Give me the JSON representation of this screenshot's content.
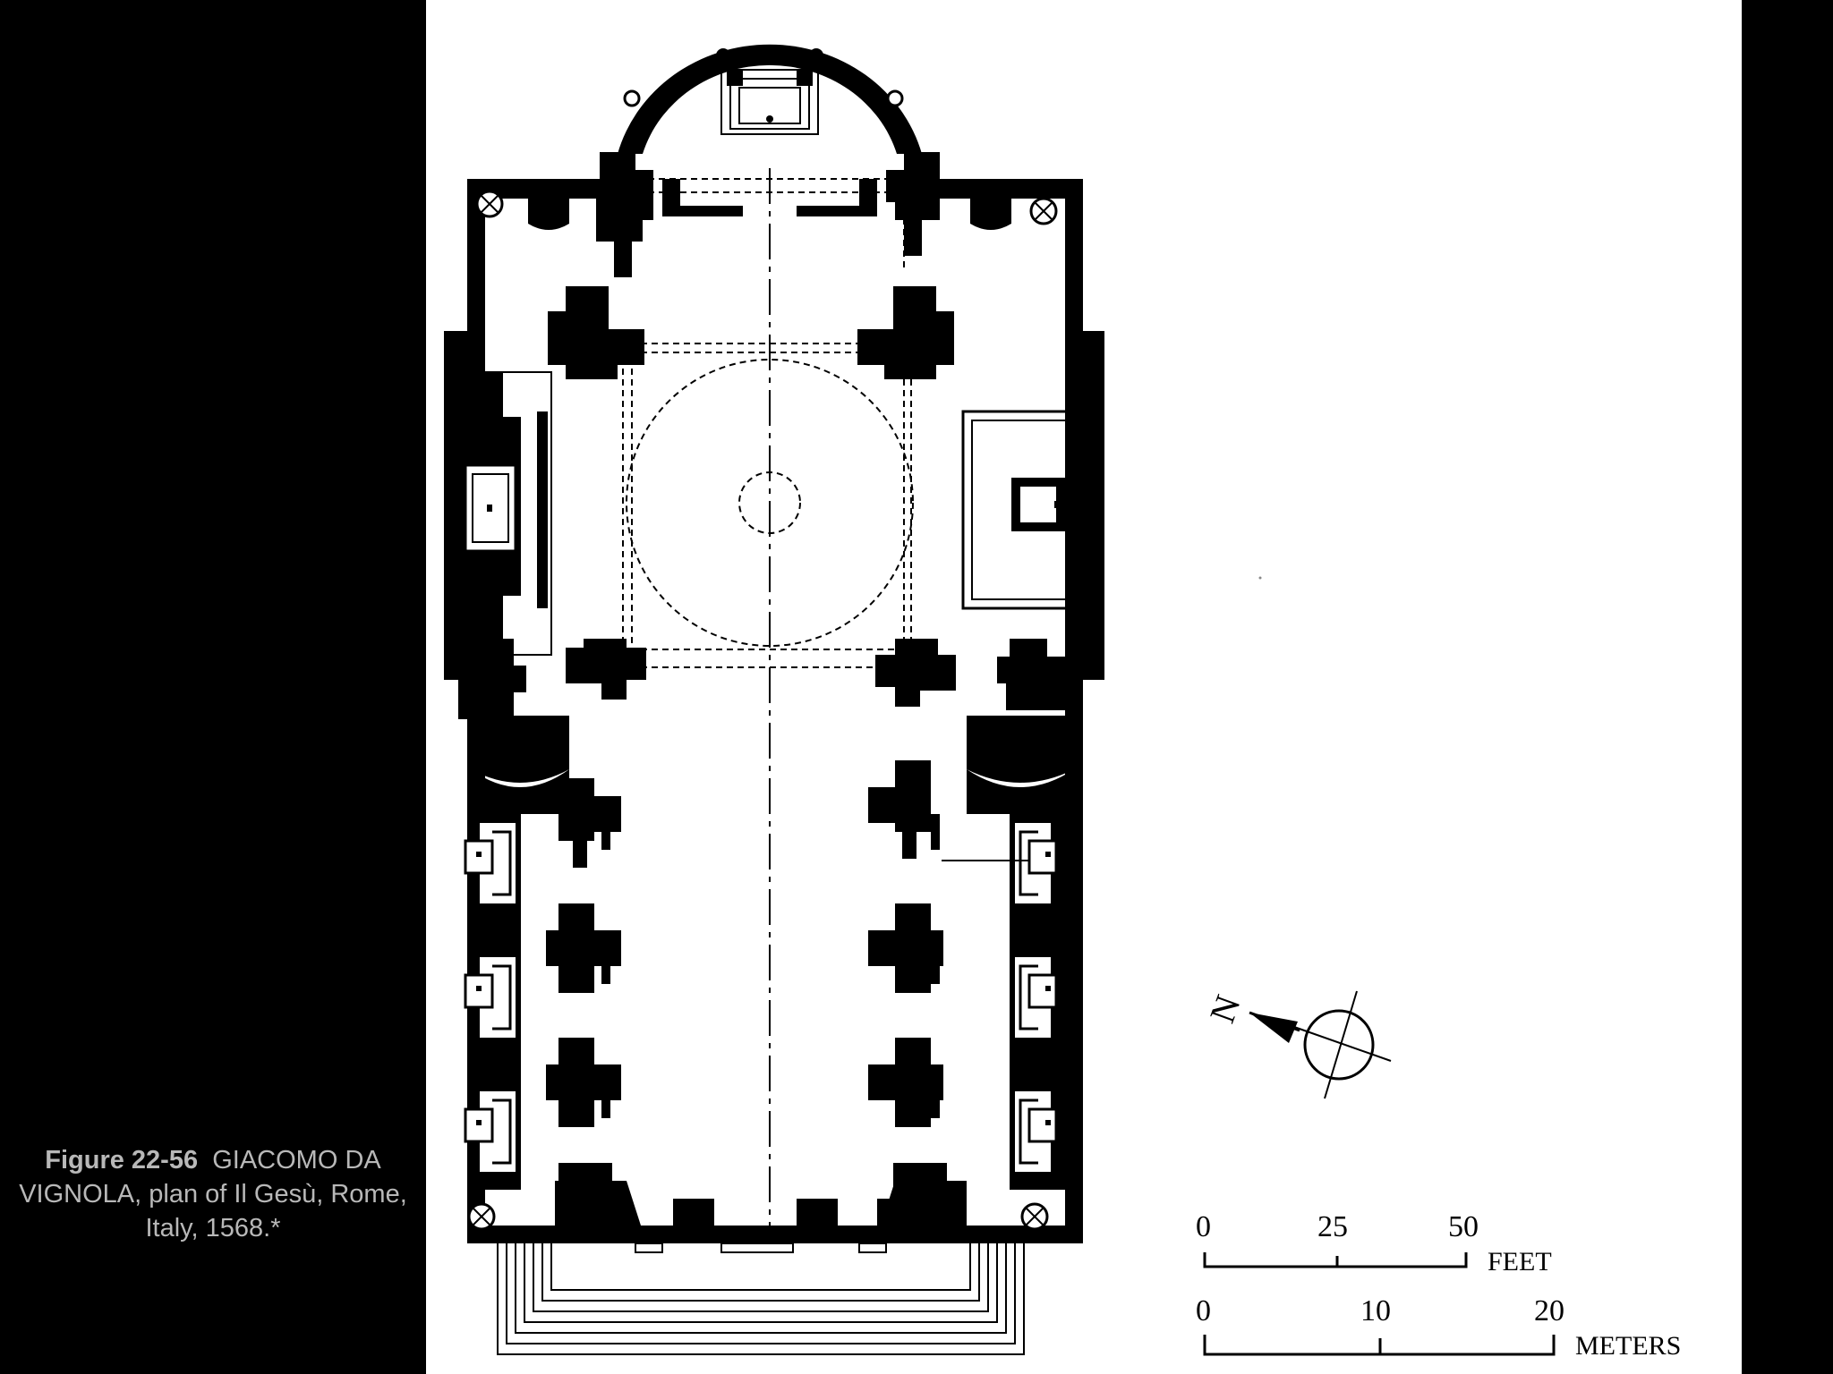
{
  "caption": {
    "figure_number": "Figure 22-56",
    "text": "GIACOMO DA VIGNOLA, plan of Il Gesù, Rome, Italy, 1568.*"
  },
  "north_label": "N",
  "scale_bar": {
    "feet": {
      "ticks": [
        "0",
        "25",
        "50"
      ],
      "unit": "FEET"
    },
    "meters": {
      "ticks": [
        "0",
        "10",
        "20"
      ],
      "unit": "METERS"
    }
  },
  "colors": {
    "background": "#000000",
    "figure_background": "#ffffff",
    "caption_text": "#b8b8b8",
    "wall": "#000000"
  }
}
